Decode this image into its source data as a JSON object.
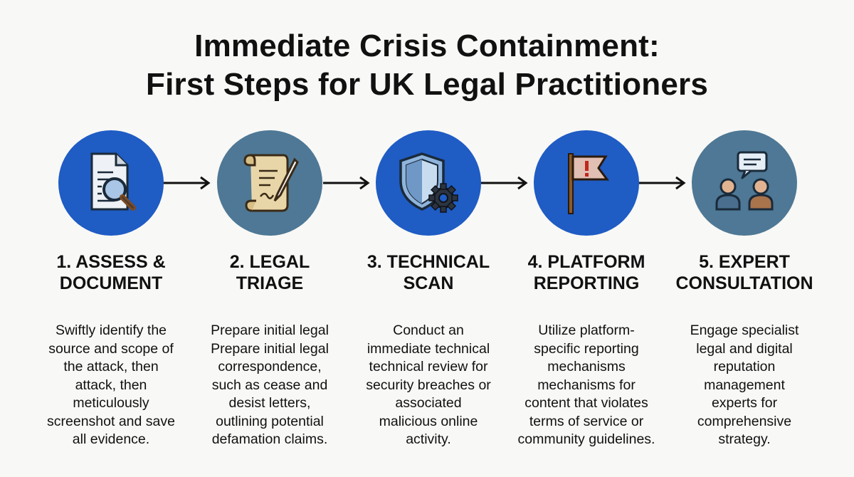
{
  "title": {
    "line1": "Immediate Crisis Containment:",
    "line2": "First Steps for UK Legal Practitioners"
  },
  "colors": {
    "blue": "#1f5cc4",
    "slate": "#4e7895",
    "arrow": "#111111"
  },
  "steps": [
    {
      "icon": "document-magnifier-icon",
      "circle_color": "blue",
      "heading": [
        "1. ASSESS &",
        "DOCUMENT"
      ],
      "description": [
        "Swiftly identify the",
        "source and scope of",
        "the attack, then",
        "attack, then",
        "meticulously",
        "screenshot and save",
        "all evidence."
      ]
    },
    {
      "icon": "scroll-quill-icon",
      "circle_color": "slate",
      "heading": [
        "2. LEGAL",
        "TRIAGE"
      ],
      "description": [
        "Prepare initial legal",
        "Prepare initial legal",
        "correspondence,",
        "such as cease and",
        "desist letters,",
        "outlining potential",
        "defamation claims."
      ]
    },
    {
      "icon": "shield-gear-icon",
      "circle_color": "blue",
      "heading": [
        "3. TECHNICAL",
        "SCAN"
      ],
      "description": [
        "Conduct an",
        "immediate technical",
        "technical review for",
        "security breaches or",
        "associated",
        "malicious online",
        "activity."
      ]
    },
    {
      "icon": "warning-flag-icon",
      "circle_color": "blue",
      "heading": [
        "4. PLATFORM",
        "REPORTING"
      ],
      "description": [
        "Utilize platform-",
        "specific reporting",
        "mechanisms",
        "mechanisms for",
        "content that violates",
        "terms of service or",
        "community guidelines."
      ]
    },
    {
      "icon": "people-chat-icon",
      "circle_color": "slate",
      "heading": [
        "5. EXPERT",
        "CONSULTATION"
      ],
      "description": [
        "Engage specialist",
        "legal and digital",
        "reputation",
        "management",
        "experts for",
        "comprehensive",
        "strategy."
      ]
    }
  ]
}
